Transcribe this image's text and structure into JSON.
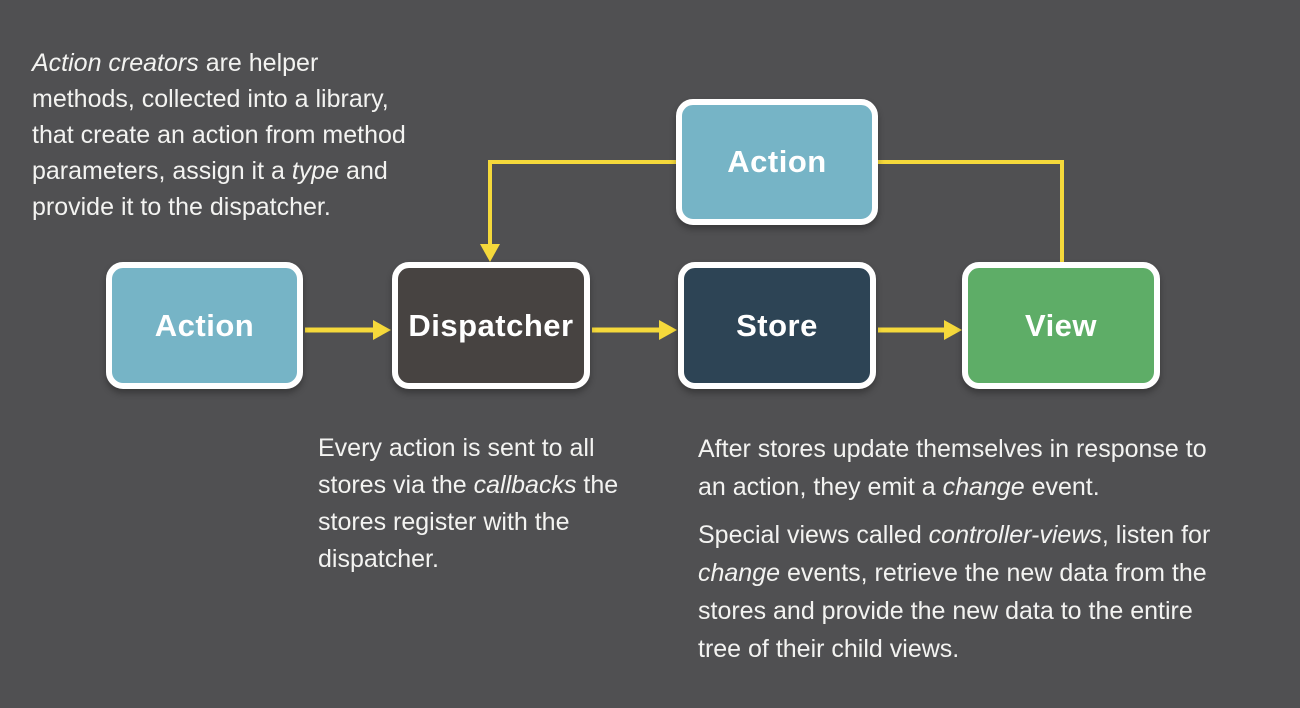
{
  "canvas": {
    "background": "#505052",
    "arrow_color": "#f5d93b",
    "text_color": "#f3f3f1",
    "node_border_color": "#ffffff",
    "node_label_color": "#ffffff"
  },
  "nodes": {
    "action_top": {
      "label": "Action",
      "fill": "#76b4c6"
    },
    "action": {
      "label": "Action",
      "fill": "#76b4c6"
    },
    "dispatcher": {
      "label": "Dispatcher",
      "fill": "#474341"
    },
    "store": {
      "label": "Store",
      "fill": "#2d4455"
    },
    "view": {
      "label": "View",
      "fill": "#5ead67"
    }
  },
  "notes": {
    "action_creators": {
      "lines": [
        [
          {
            "t": "Action creators",
            "i": true
          },
          {
            "t": " are helper",
            "i": false
          }
        ],
        [
          {
            "t": "methods, collected into a library,",
            "i": false
          }
        ],
        [
          {
            "t": "that create an action from method",
            "i": false
          }
        ],
        [
          {
            "t": "parameters, assign it a ",
            "i": false
          },
          {
            "t": "type",
            "i": true
          },
          {
            "t": " and",
            "i": false
          }
        ],
        [
          {
            "t": "provide it to the dispatcher.",
            "i": false
          }
        ]
      ]
    },
    "dispatcher": {
      "lines": [
        [
          {
            "t": "Every action is sent to all",
            "i": false
          }
        ],
        [
          {
            "t": "stores via the ",
            "i": false
          },
          {
            "t": "callbacks",
            "i": true
          },
          {
            "t": " the",
            "i": false
          }
        ],
        [
          {
            "t": "stores register with the",
            "i": false
          }
        ],
        [
          {
            "t": "dispatcher.",
            "i": false
          }
        ]
      ]
    },
    "store_view_p1": {
      "lines": [
        [
          {
            "t": "After stores update themselves in response to",
            "i": false
          }
        ],
        [
          {
            "t": "an action, they emit a ",
            "i": false
          },
          {
            "t": "change",
            "i": true
          },
          {
            "t": " event.",
            "i": false
          }
        ]
      ]
    },
    "store_view_p2": {
      "lines": [
        [
          {
            "t": "Special views called ",
            "i": false
          },
          {
            "t": "controller-views",
            "i": true
          },
          {
            "t": ", listen for",
            "i": false
          }
        ],
        [
          {
            "t": "change",
            "i": true
          },
          {
            "t": " events, retrieve the new data from the",
            "i": false
          }
        ],
        [
          {
            "t": "stores and provide the new data to the entire",
            "i": false
          }
        ],
        [
          {
            "t": "tree of their child views.",
            "i": false
          }
        ]
      ]
    }
  }
}
